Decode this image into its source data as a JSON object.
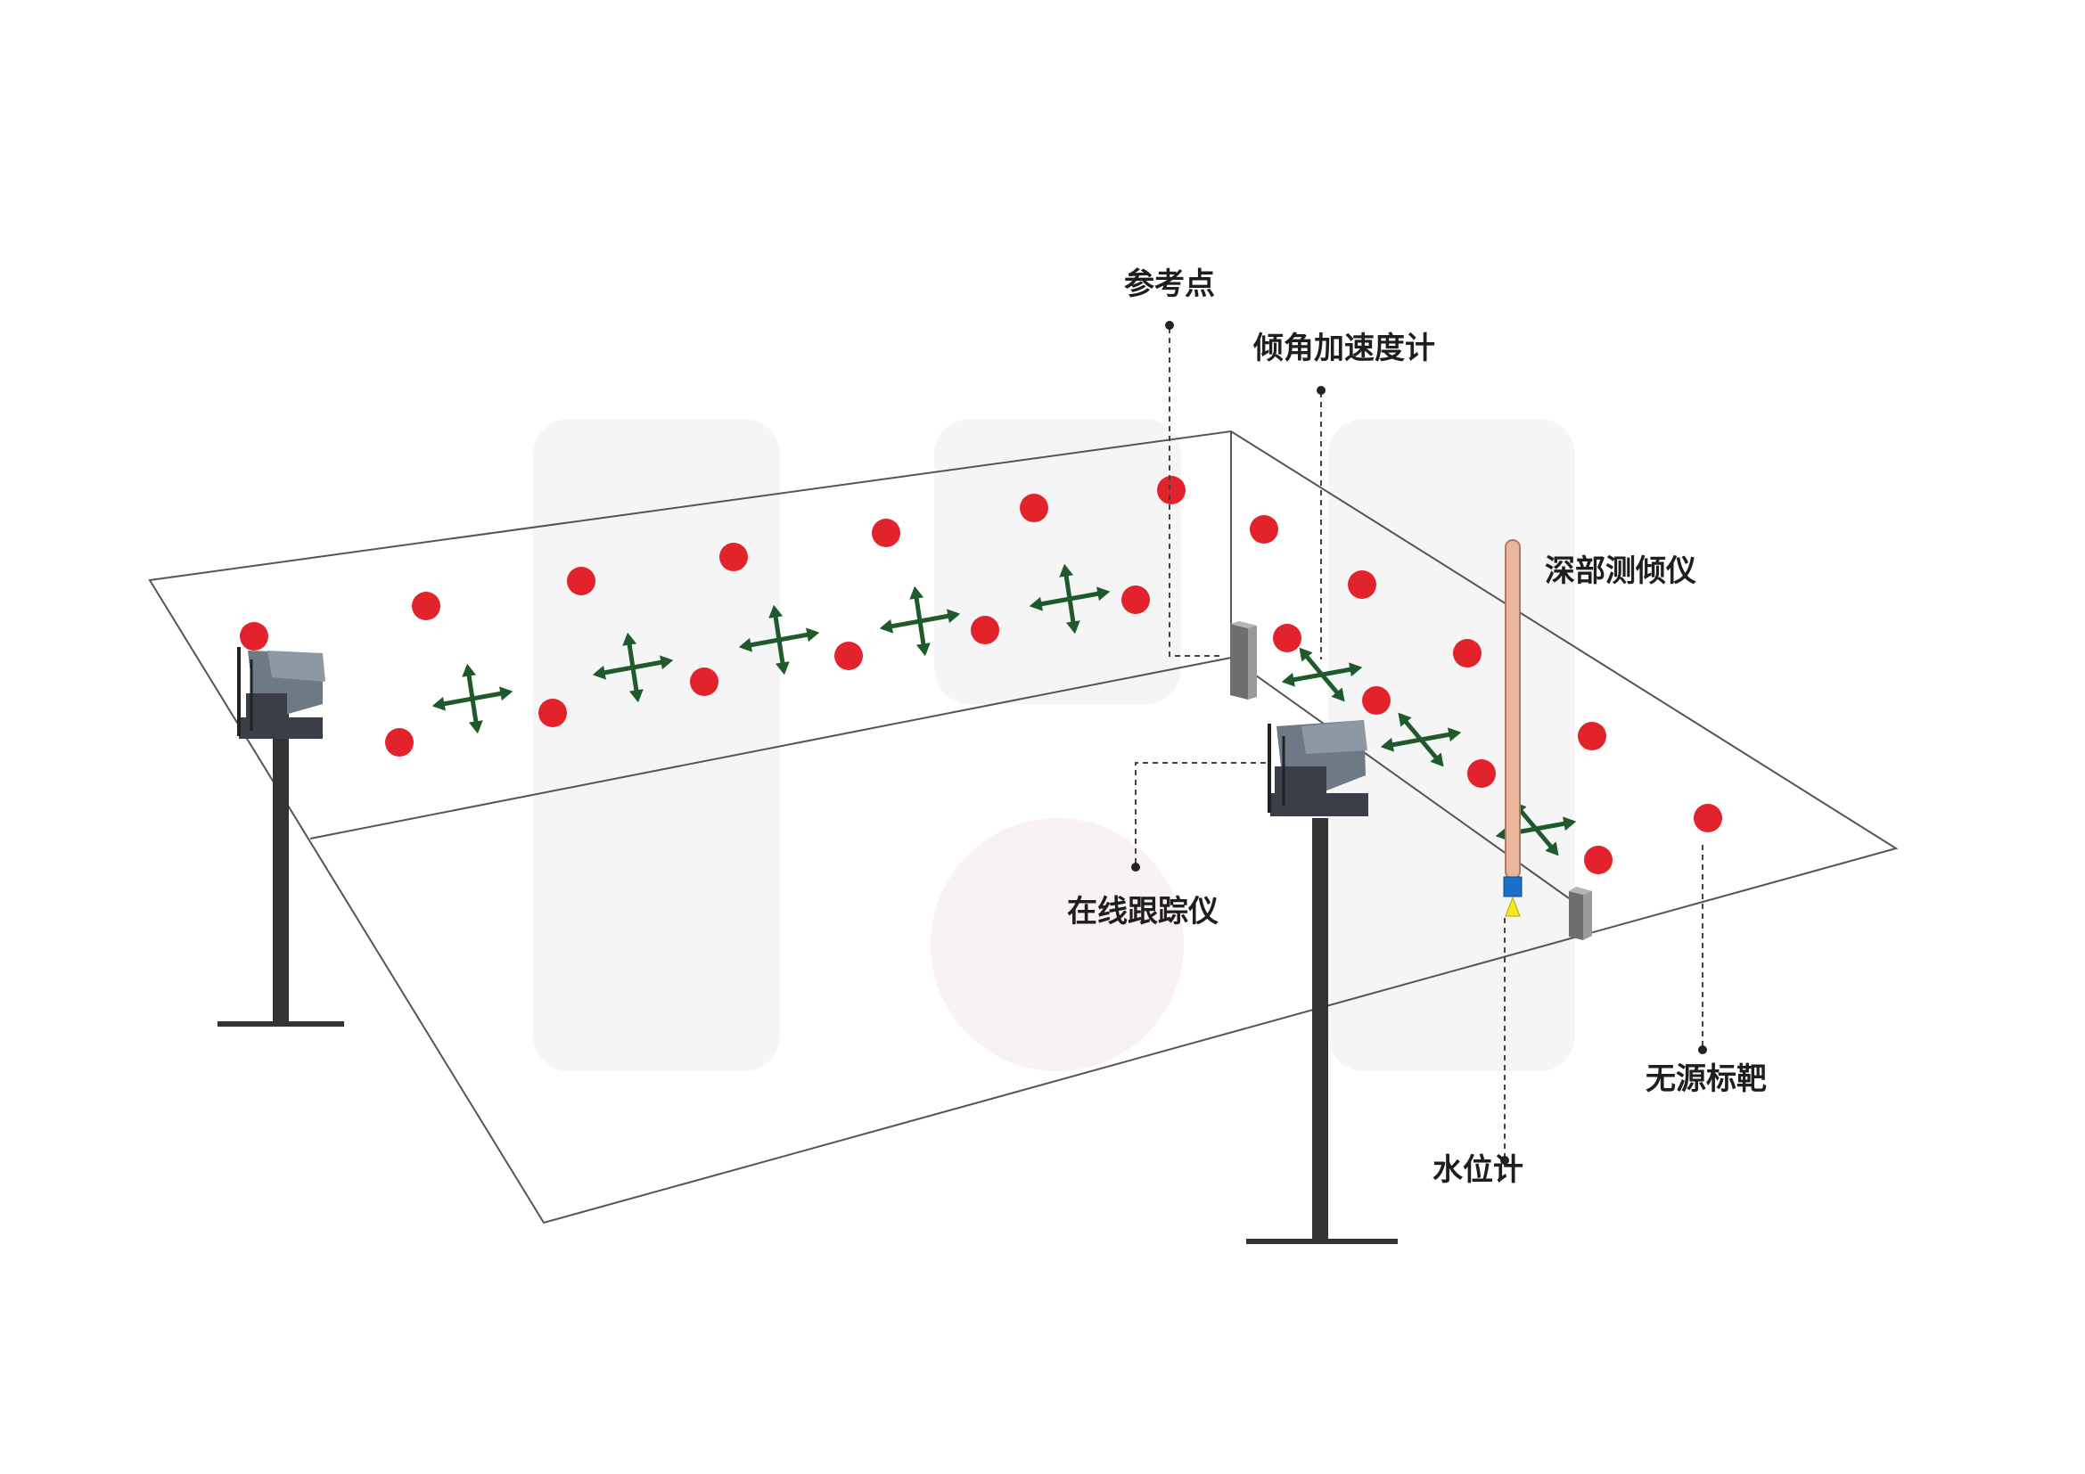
{
  "diagram": {
    "labels": {
      "reference_point": "参考点",
      "tilt_accelerometer": "倾角加速度计",
      "deep_inclinometer": "深部测倾仪",
      "online_tracker": "在线跟踪仪",
      "passive_target": "无源标靶",
      "water_level_gauge": "水位计"
    },
    "colors": {
      "target_dot": "#e3232b",
      "accelerometer_arrow": "#1e5a2c",
      "outline": "#555555",
      "pole": "#333333",
      "inclinometer_tube": "#e9b59c",
      "water_gauge_body": "#1a6fc9",
      "water_gauge_tip": "#f4ea1b",
      "reference_post": "#8a8a8a",
      "watermark": "#f4f4f4"
    },
    "icons": {
      "tracker": "surveying-camera-icon",
      "target": "red-dot-icon",
      "accelerometer": "cross-arrows-icon",
      "reference_post": "post-icon"
    }
  }
}
